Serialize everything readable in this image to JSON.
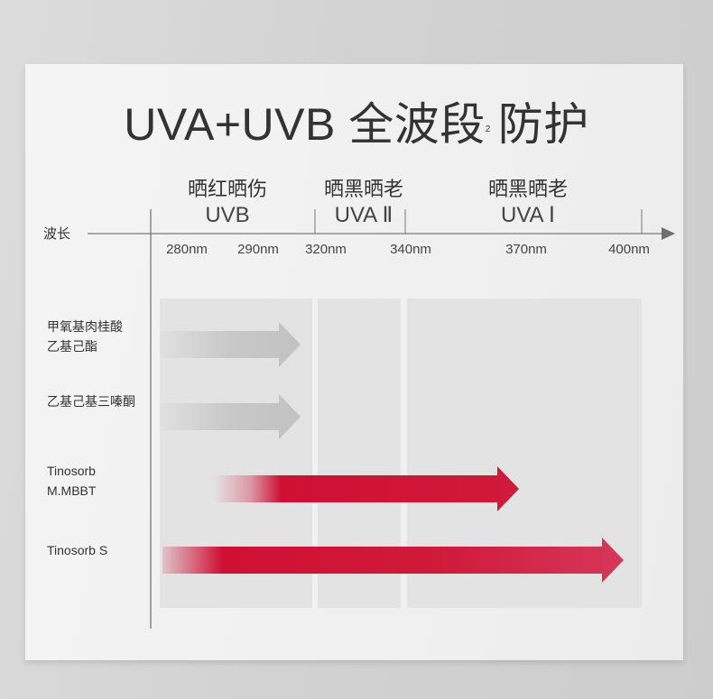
{
  "title": {
    "main": "UVA+UVB 全波段",
    "superscript": "2",
    "suffix": "防护"
  },
  "axis": {
    "label": "波长",
    "ticks": [
      "280nm",
      "290nm",
      "320nm",
      "340nm",
      "370nm",
      "400nm"
    ]
  },
  "bands": [
    {
      "effect": "晒红晒伤",
      "name": "UVB"
    },
    {
      "effect": "晒黑晒老",
      "name": "UVA Ⅱ"
    },
    {
      "effect": "晒黑晒老",
      "name": "UVA Ⅰ"
    }
  ],
  "ingredients": [
    {
      "lines": [
        "甲氧基肉桂酸",
        "乙基己酯"
      ],
      "range_nm": [
        280,
        320
      ],
      "style": "gray"
    },
    {
      "lines": [
        "乙基己基三嗪酮"
      ],
      "range_nm": [
        280,
        320
      ],
      "style": "gray"
    },
    {
      "lines": [
        "Tinosorb",
        "M.MBBT"
      ],
      "range_nm": [
        280,
        370
      ],
      "style": "red"
    },
    {
      "lines": [
        "Tinosorb S"
      ],
      "range_nm": [
        280,
        400
      ],
      "style": "red"
    }
  ],
  "colors": {
    "red": "#cf1034",
    "gray": "#c4c4c4",
    "axis": "#777777",
    "band": "#e3e3e3"
  }
}
